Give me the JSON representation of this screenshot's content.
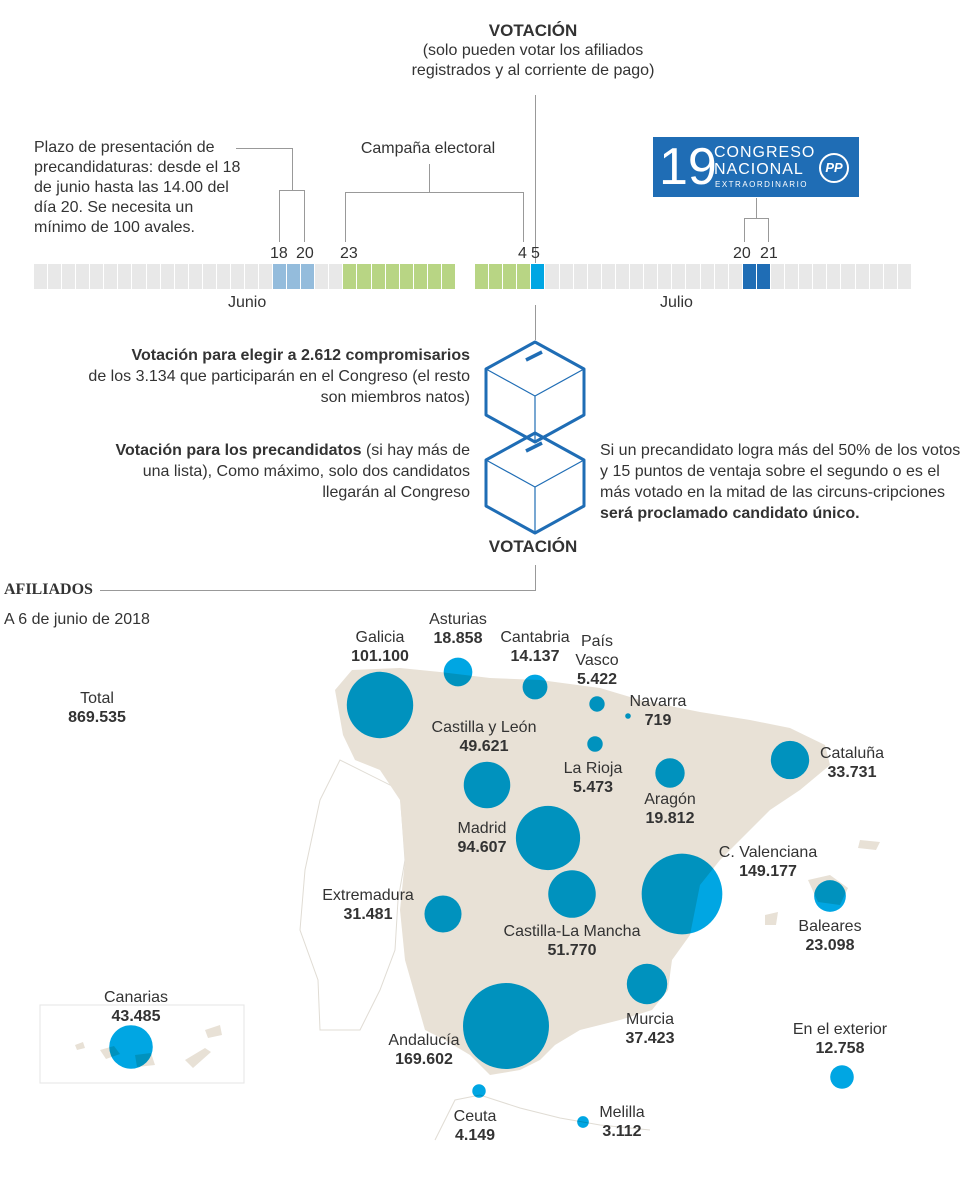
{
  "timeline": {
    "heading": "VOTACIÓN",
    "heading_note": "(solo pueden votar los afiliados registrados y al corriente de pago)",
    "plazo_text": "Plazo de presentación de precandidaturas: desde el 18 de junio hasta las 14.00 del día 20. Se necesita un mínimo de 100 avales.",
    "campaign_label": "Campaña electoral",
    "day_labels": [
      "18",
      "20",
      "23",
      "4",
      "5",
      "20",
      "21"
    ],
    "months": [
      "Junio",
      "Julio"
    ],
    "june_days": 30,
    "july_days": 31,
    "highlights": {
      "plazo": {
        "month": "june",
        "days": [
          18,
          19,
          20
        ],
        "color": "#94bcdc"
      },
      "campaign_june": {
        "month": "june",
        "days": [
          23,
          24,
          25,
          26,
          27,
          28,
          29,
          30
        ],
        "color": "#b8d584"
      },
      "campaign_july": {
        "month": "july",
        "days": [
          1,
          2,
          3,
          4
        ],
        "color": "#b8d584"
      },
      "vote": {
        "month": "july",
        "days": [
          5
        ],
        "color": "#00a6e3"
      },
      "congress": {
        "month": "july",
        "days": [
          20,
          21
        ],
        "color": "#1f6db5"
      }
    },
    "logo": {
      "number": "19",
      "line1": "CONGRESO",
      "line2": "NACIONAL",
      "line3": "EXTRAORDINARIO",
      "party": "PP"
    }
  },
  "steps": {
    "step1_bold": "Votación para elegir a 2.612 compromisarios",
    "step1_text": "de los 3.134 que participarán en el Congreso (el resto son miembros natos)",
    "step2_bold": "Votación para los precandidatos",
    "step2_text": "(si hay más de una lista), Como máximo, solo dos candidatos llegarán al Congreso",
    "rule_text": "Si un precandidato logra más del 50% de los votos y 15 puntos de ventaja sobre el segundo o es el más votado en la mitad de las circuns-cripciones",
    "rule_bold": "será proclamado candidato único.",
    "bottom_heading": "VOTACIÓN"
  },
  "afiliados": {
    "title": "AFILIADOS",
    "subtitle": "A 6 de junio de 2018",
    "total_label": "Total",
    "total_value": "869.535",
    "regions": [
      {
        "name": "Galicia",
        "value": "101.100",
        "n": 101100
      },
      {
        "name": "Asturias",
        "value": "18.858",
        "n": 18858
      },
      {
        "name": "Cantabria",
        "value": "14.137",
        "n": 14137
      },
      {
        "name": "País Vasco",
        "value": "5.422",
        "n": 5422
      },
      {
        "name": "Navarra",
        "value": "719",
        "n": 719
      },
      {
        "name": "La Rioja",
        "value": "5.473",
        "n": 5473
      },
      {
        "name": "Castilla y León",
        "value": "49.621",
        "n": 49621
      },
      {
        "name": "Aragón",
        "value": "19.812",
        "n": 19812
      },
      {
        "name": "Cataluña",
        "value": "33.731",
        "n": 33731
      },
      {
        "name": "Madrid",
        "value": "94.607",
        "n": 94607
      },
      {
        "name": "Castilla-La Mancha",
        "value": "51.770",
        "n": 51770
      },
      {
        "name": "Extremadura",
        "value": "31.481",
        "n": 31481
      },
      {
        "name": "C. Valenciana",
        "value": "149.177",
        "n": 149177
      },
      {
        "name": "Baleares",
        "value": "23.098",
        "n": 23098
      },
      {
        "name": "Murcia",
        "value": "37.423",
        "n": 37423
      },
      {
        "name": "Andalucía",
        "value": "169.602",
        "n": 169602
      },
      {
        "name": "Ceuta",
        "value": "4.149",
        "n": 4149
      },
      {
        "name": "Melilla",
        "value": "3.112",
        "n": 3112
      },
      {
        "name": "En el exterior",
        "value": "12.758",
        "n": 12758
      },
      {
        "name": "Canarias",
        "value": "43.485",
        "n": 43485
      }
    ]
  }
}
